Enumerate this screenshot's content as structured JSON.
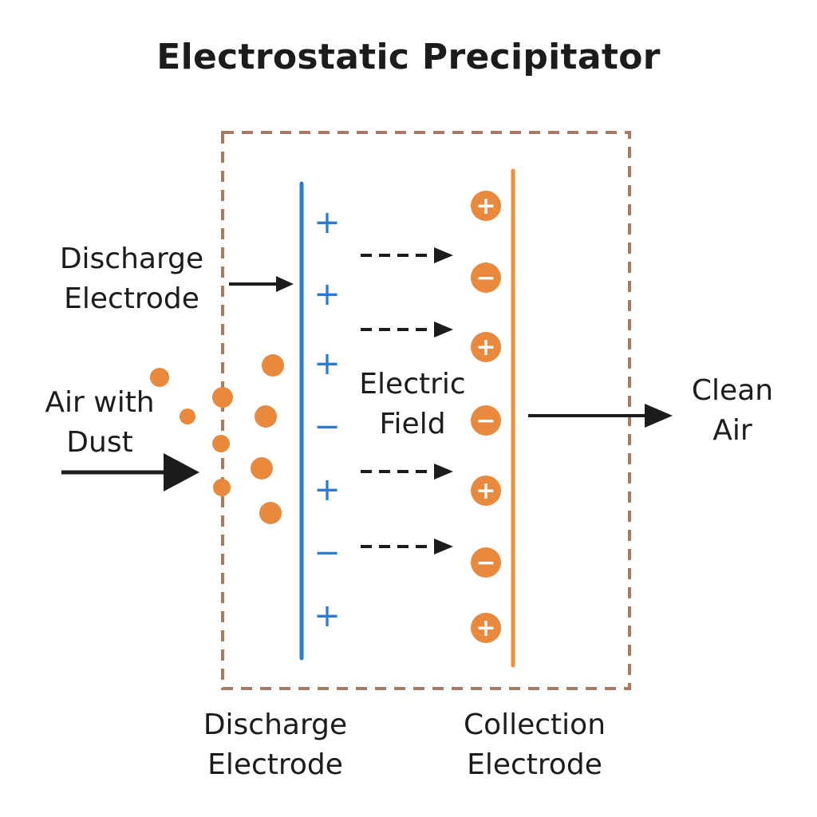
{
  "title": "Electrostatic Precipitator",
  "labels": {
    "discharge_left": [
      "Discharge",
      "Electrode"
    ],
    "air_in": [
      "Air with",
      "Dust"
    ],
    "electric_field": [
      "Electric",
      "Field"
    ],
    "clean_air": [
      "Clean",
      "Air"
    ],
    "discharge_bottom": [
      "Discharge",
      "Electrode"
    ],
    "collection_bottom": [
      "Collection",
      "Electrode"
    ]
  },
  "discharge_signs": [
    "+",
    "+",
    "+",
    "−",
    "+",
    "−",
    "+"
  ],
  "collection_charges": [
    "+",
    "−",
    "+",
    "−",
    "+",
    "−",
    "+"
  ],
  "colors": {
    "discharge_electrode": "#2b7bd3",
    "collection_electrode": "#f0913a",
    "particles": "#e8893d",
    "enclosure": "#a87a60",
    "arrows": "#1c1c1c"
  }
}
